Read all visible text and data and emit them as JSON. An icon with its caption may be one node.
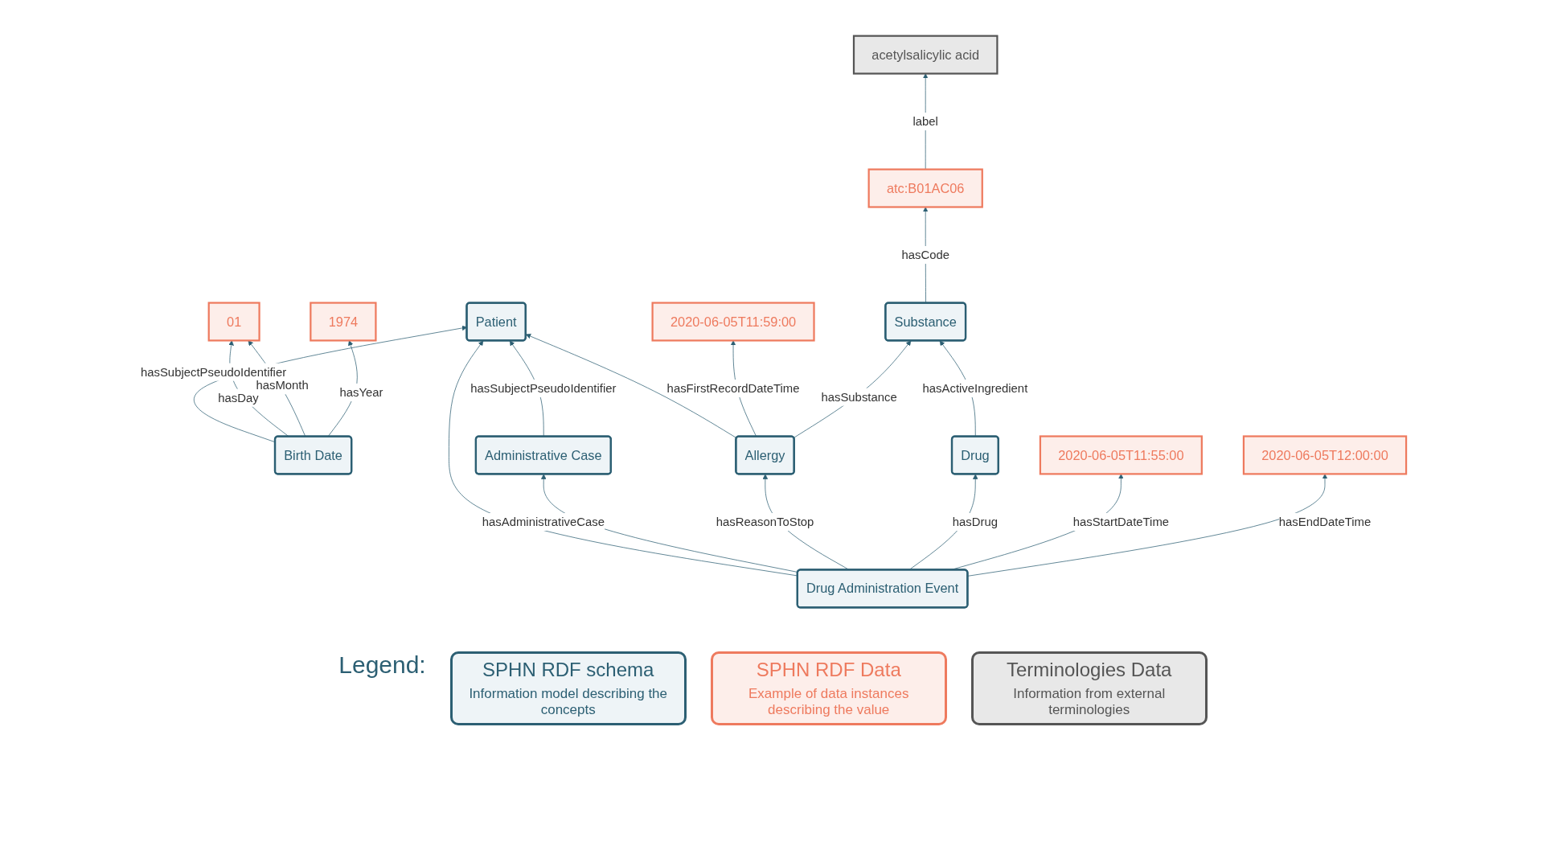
{
  "diagram": {
    "nodes": [
      {
        "text": [
          "Patient"
        ]
      },
      {
        "text": [
          "Birth Date"
        ]
      },
      {
        "text": [
          "01"
        ]
      },
      {
        "text": [
          "1974"
        ]
      },
      {
        "text": [
          "2020-06-05T11:59:00"
        ]
      },
      {
        "text": [
          "Administrative Case"
        ]
      },
      {
        "text": [
          "Allergy"
        ]
      },
      {
        "text": [
          "Substance"
        ]
      },
      {
        "text": [
          "atc:B01AC06"
        ]
      },
      {
        "text": [
          "Drug Administration Event"
        ]
      },
      {
        "text": [
          "Drug"
        ]
      },
      {
        "text": [
          "acetylsalicylic acid"
        ]
      },
      {
        "text": [
          "2020-06-05T11:55:00"
        ]
      },
      {
        "text": [
          "2020-06-05T12:00:00"
        ]
      }
    ],
    "edges": [
      {
        "from": 1,
        "to": 0,
        "arrow": "to",
        "label": "hasSubjectPseudoIdentifier"
      },
      {
        "from": 1,
        "to": 2,
        "arrow": "to",
        "label": "hasDay"
      },
      {
        "from": 1,
        "to": 2,
        "arrow": "to",
        "label": "hasMonth"
      },
      {
        "from": 1,
        "to": 3,
        "arrow": "to",
        "label": "hasYear"
      },
      {
        "from": 5,
        "to": 0,
        "arrow": "to",
        "label": "hasSubjectPseudoIdentifier"
      },
      {
        "from": 6,
        "to": 0,
        "arrow": "to"
      },
      {
        "from": 9,
        "to": 0,
        "arrow": "to"
      },
      {
        "from": 6,
        "to": 4,
        "arrow": "to",
        "label": "hasFirstRecordDateTime"
      },
      {
        "from": 6,
        "to": 7,
        "arrow": "to",
        "label": "hasSubstance"
      },
      {
        "from": 9,
        "to": 5,
        "arrow": "to",
        "label": "hasAdministrativeCase"
      },
      {
        "from": 9,
        "to": 6,
        "arrow": "to",
        "label": "hasReasonToStop"
      },
      {
        "from": 9,
        "to": 10,
        "arrow": "to",
        "label": "hasDrug"
      },
      {
        "from": 10,
        "to": 7,
        "arrow": "to",
        "label": "hasActiveIngredient"
      },
      {
        "from": 7,
        "to": 8,
        "arrow": "to",
        "label": "hasCode"
      },
      {
        "from": 8,
        "to": 11,
        "arrow": "to",
        "label": "label"
      },
      {
        "from": 9,
        "to": 12,
        "arrow": "to",
        "label": "hasStartDateTime"
      },
      {
        "from": 9,
        "to": 13,
        "arrow": "to",
        "label": "hasEndDateTime"
      }
    ],
    "labels": [
      "Legend:",
      "Information model describing the concepts",
      "Example of data instances describing the value",
      "Information from external terminologies"
    ],
    "legend": [
      {
        "text": "SPHN RDF schema",
        "color": "#eef4f7"
      },
      {
        "text": "SPHN RDF Data",
        "color": "#fdeeea"
      },
      {
        "text": "Terminologies Data",
        "color": "#e8e8e8"
      }
    ]
  }
}
